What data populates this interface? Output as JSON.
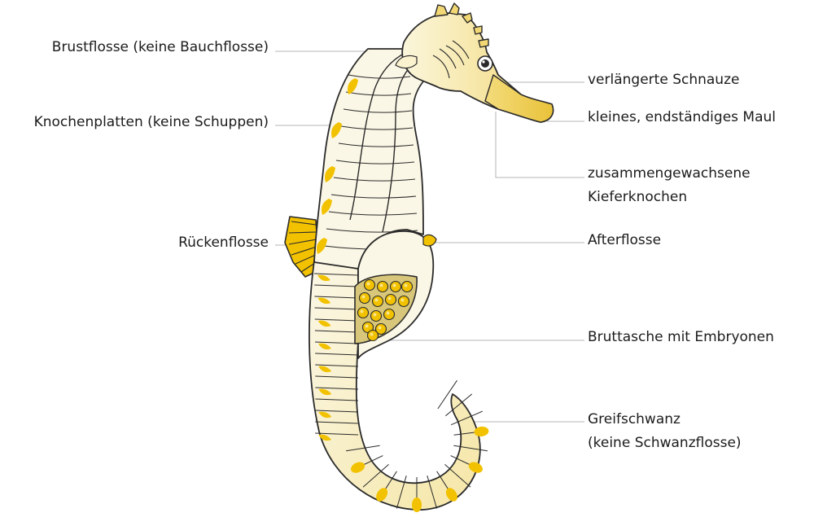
{
  "labels": {
    "brustflosse": "Brustflosse (keine Bauchflosse)",
    "knochenplatten": "Knochenplatten (keine Schuppen)",
    "rueckenflosse": "Rückenflosse",
    "schnauze": "verlängerte Schnauze",
    "maul": "kleines, endständiges Maul",
    "kiefer_1": "zusammengewachsene",
    "kiefer_2": "Kieferknochen",
    "afterflosse": "Afterflosse",
    "bruttasche": "Bruttasche mit Embryonen",
    "greifschwanz_1": "Greifschwanz",
    "greifschwanz_2": "(keine Schwanzflosse)"
  },
  "colors": {
    "outline": "#2a2a2a",
    "yellow": "#f2c200",
    "cream": "#f7efc4",
    "body_light": "#fbf7e6",
    "leader": "#b5b5b5"
  }
}
